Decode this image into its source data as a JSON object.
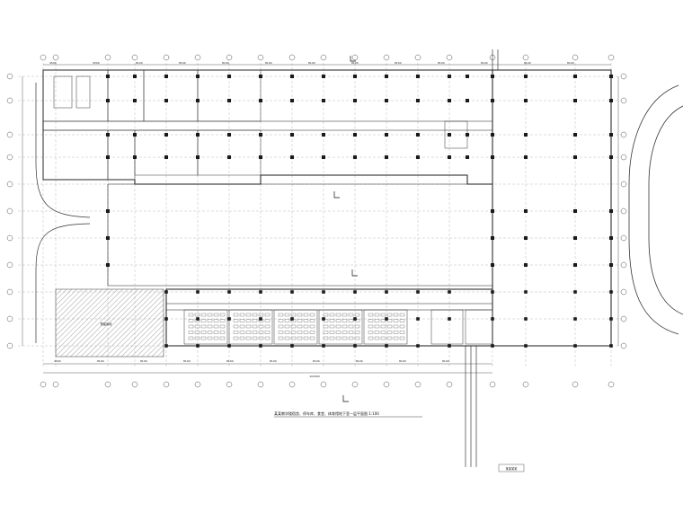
{
  "drawing": {
    "caption": "某某教学楼宿舍、停车库、食堂、体育馆地下室一层平面图 1:100",
    "hatched_area_label": "预留用地",
    "corner_label": "某某某某",
    "dimensions_top": [
      "4500",
      "4500",
      "8100",
      "8100",
      "8100",
      "8100",
      "8100",
      "8100",
      "8100",
      "8100",
      "8100",
      "8100",
      "8100"
    ],
    "dimensions_bottom": [
      "4500",
      "8100",
      "8100",
      "8100",
      "8100",
      "8100",
      "8100",
      "8100",
      "8100",
      "8100"
    ],
    "total_dimension": "102000"
  },
  "colors": {
    "ink": "#1a1a1a",
    "hatch": "#8a8a8a",
    "grid": "#777777",
    "background": "#ffffff"
  }
}
